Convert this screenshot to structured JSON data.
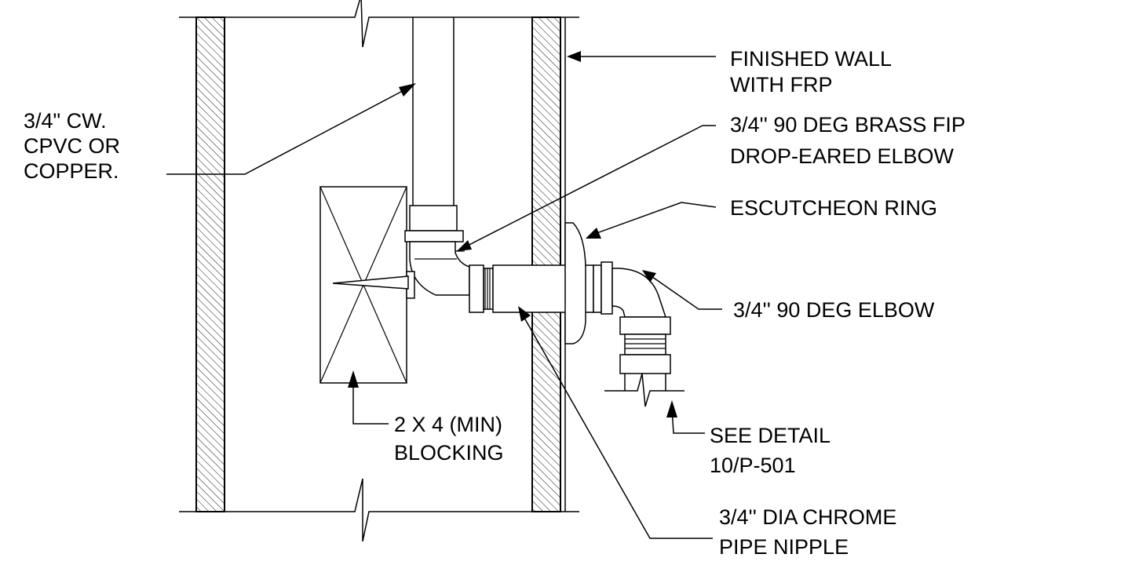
{
  "labels": {
    "supply": [
      "3/4\" CW.",
      "CPVC OR",
      "COPPER."
    ],
    "finished_wall": [
      "FINISHED WALL",
      "WITH FRP"
    ],
    "brass_elbow": [
      "3/4'' 90 DEG BRASS FIP",
      "DROP-EARED ELBOW"
    ],
    "escutcheon": [
      "ESCUTCHEON RING"
    ],
    "elbow": [
      "3/4'' 90 DEG ELBOW"
    ],
    "blocking": [
      "2 X 4 (MIN)",
      "BLOCKING"
    ],
    "see_detail": [
      "SEE DETAIL",
      "10/P-501"
    ],
    "nipple": [
      "3/4'' DIA CHROME",
      "PIPE NIPPLE"
    ]
  }
}
